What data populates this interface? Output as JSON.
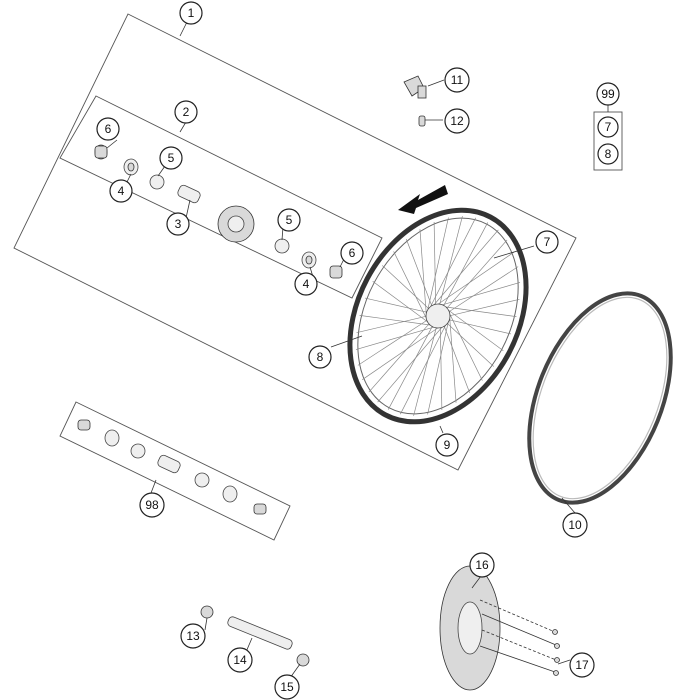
{
  "diagram": {
    "callouts": {
      "c1": "1",
      "c2": "2",
      "c3": "3",
      "c4a": "4",
      "c4b": "4",
      "c5a": "5",
      "c5b": "5",
      "c6a": "6",
      "c6b": "6",
      "c7": "7",
      "c8": "8",
      "c9": "9",
      "c10": "10",
      "c11": "11",
      "c12": "12",
      "c13": "13",
      "c14": "14",
      "c15": "15",
      "c16": "16",
      "c17": "17",
      "c98": "98",
      "c99": "99",
      "c99_7": "7",
      "c99_8": "8"
    },
    "colors": {
      "outline": "#333333",
      "part_fill": "#d9d9d9",
      "arrow": "#111111"
    }
  }
}
